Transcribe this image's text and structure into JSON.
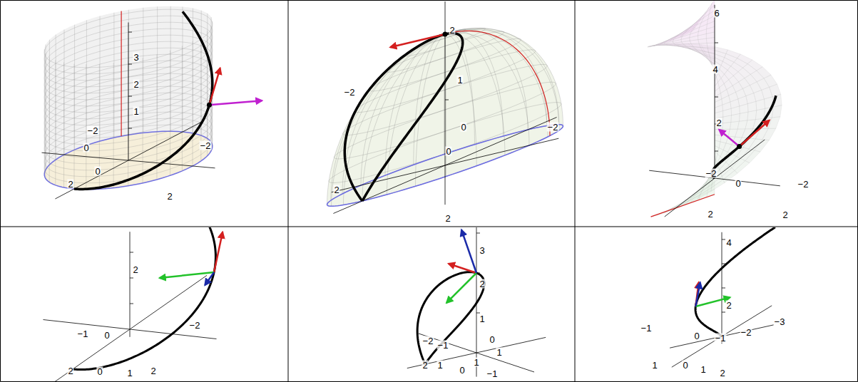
{
  "diagram": {
    "labels": [
      "3",
      "2",
      "1",
      "−2",
      "0",
      "−2",
      "2",
      "0",
      "2",
      "2",
      "1",
      "−2",
      "0",
      "−2",
      "2",
      "0",
      "2",
      "6",
      "4",
      "2",
      "−2",
      "0",
      "−2",
      "2",
      "2",
      "2",
      "−1",
      "0",
      "−2",
      "2",
      "0",
      "1",
      "2",
      "3",
      "2",
      "1",
      "−2",
      "−1",
      "0",
      "2",
      "1",
      "0",
      "1",
      "1",
      "−1",
      "4",
      "2",
      "−1",
      "0",
      "−1",
      "−2",
      "−3",
      "1",
      "0",
      "1",
      "2"
    ]
  }
}
